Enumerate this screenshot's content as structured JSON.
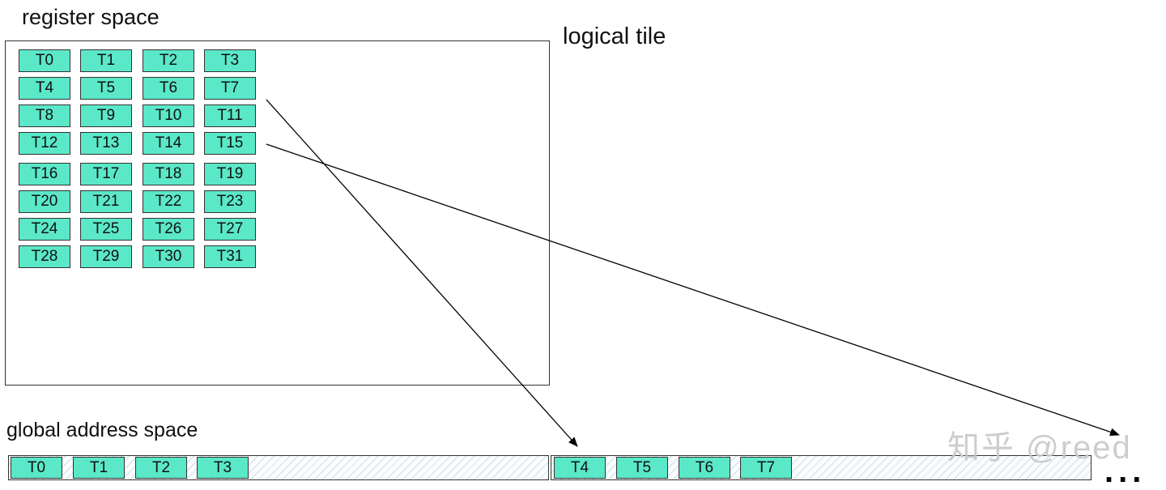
{
  "labels": {
    "register_space": "register space",
    "logical_tile": "logical tile",
    "global_address_space": "global address space"
  },
  "register_threads": [
    "T0",
    "T1",
    "T2",
    "T3",
    "T4",
    "T5",
    "T6",
    "T7",
    "T8",
    "T9",
    "T10",
    "T11",
    "T12",
    "T13",
    "T14",
    "T15",
    "T16",
    "T17",
    "T18",
    "T19",
    "T20",
    "T21",
    "T22",
    "T23",
    "T24",
    "T25",
    "T26",
    "T27",
    "T28",
    "T29",
    "T30",
    "T31"
  ],
  "global_segments": [
    {
      "threads": [
        "T0",
        "T1",
        "T2",
        "T3"
      ]
    },
    {
      "threads": [
        "T4",
        "T5",
        "T6",
        "T7"
      ]
    }
  ],
  "mappings": [
    {
      "from": "T7",
      "to": "T4"
    },
    {
      "from": "T15",
      "to": "next-segment"
    }
  ],
  "continuation": "...",
  "watermark": "知乎 @reed",
  "colors": {
    "thread_fill": "#5ae8c8",
    "border": "#333333",
    "hatch": "#cde0e6"
  }
}
